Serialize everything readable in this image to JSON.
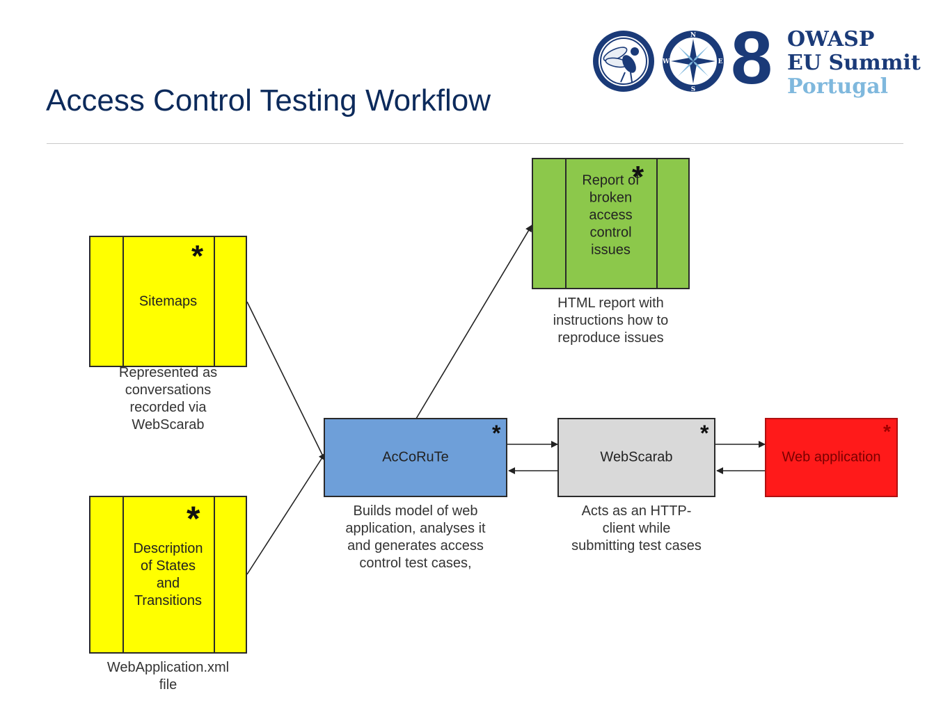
{
  "header": {
    "title": "Access Control Testing Workflow",
    "logo_lines": [
      "OWASP",
      "EU Summit",
      "Portugal"
    ],
    "logo_number": "8",
    "compass": {
      "n": "N",
      "e": "E",
      "s": "S",
      "w": "W"
    }
  },
  "colors": {
    "title": "#0c2a5b",
    "logo_navy": "#1a3a78",
    "logo_light": "#7fb8dd",
    "sitemaps_fill": "#ffff00",
    "description_fill": "#ffff00",
    "report_fill": "#8cc84b",
    "accorute_fill": "#6e9fd9",
    "webscarab_fill": "#d9d9d9",
    "webapp_fill": "#ff1a1a"
  },
  "nodes": {
    "sitemaps": {
      "label": "Sitemaps",
      "caption": "Represented as\nconversations\nrecorded via\nWebScarab",
      "star": "*"
    },
    "description": {
      "label": "Description\nof States\nand\nTransitions",
      "caption": "WebApplication.xml\nfile",
      "star": "*"
    },
    "report": {
      "label": "Report of\nbroken\naccess\ncontrol\nissues",
      "caption": "HTML report with\ninstructions how to\nreproduce issues",
      "star": "*"
    },
    "accorute": {
      "label": "AcCoRuTe",
      "caption": "Builds model of web\napplication, analyses it\nand generates access\ncontrol test cases,",
      "star": "*"
    },
    "webscarab": {
      "label": "WebScarab",
      "caption": "Acts as an HTTP-\nclient while\nsubmitting test cases",
      "star": "*"
    },
    "webapp": {
      "label": "Web application",
      "star": "*"
    }
  }
}
